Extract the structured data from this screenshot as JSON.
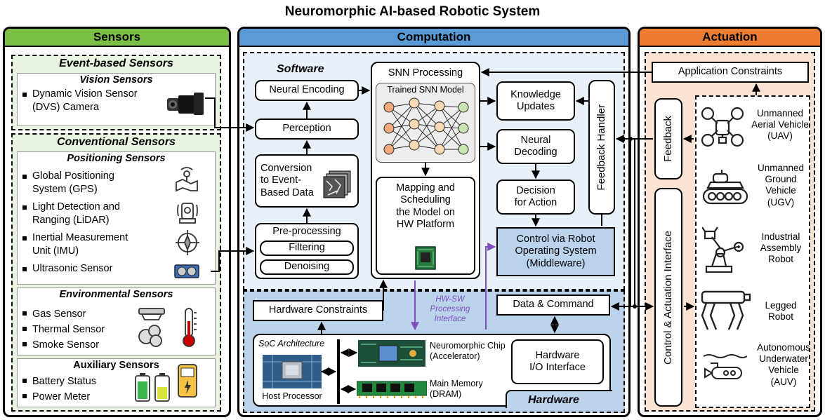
{
  "title": "Neuromorphic AI-based Robotic System",
  "colors": {
    "sensors_head": "#7cbf46",
    "computation_head": "#5b9bd5",
    "actuation_head": "#ed7d31",
    "software_bg": "#e8f0fa",
    "hardware_bg": "#bcd3ec",
    "sensor_section_bg": "#e9f3e1",
    "actuation_bg": "#fbe3d4",
    "purple": "#7f4fbf",
    "chip_green": "#1f7a3c"
  },
  "sensors": {
    "heading": "Sensors",
    "event_title": "Event-based Sensors",
    "vision_title": "Vision Sensors",
    "vision_items": [
      "Dynamic Vision Sensor",
      "(DVS) Camera"
    ],
    "conventional_title": "Conventional Sensors",
    "positioning_title": "Positioning Sensors",
    "positioning_items": [
      "Global Positioning",
      "System (GPS)",
      "Light Detection and",
      "Ranging (LiDAR)",
      "Inertial Measurement",
      "Unit (IMU)",
      "Ultrasonic Sensor"
    ],
    "environmental_title": "Environmental Sensors",
    "environmental_items": [
      "Gas Sensor",
      "Thermal Sensor",
      "Smoke Sensor"
    ],
    "auxiliary_title": "Auxiliary Sensors",
    "auxiliary_items": [
      "Battery Status",
      "Power Meter"
    ],
    "icons": [
      "camera-icon",
      "map-location-icon",
      "lidar-icon",
      "compass-icon",
      "ultrasonic-icon",
      "smoke-detector-icon",
      "thermometer-icon",
      "battery-icon",
      "power-meter-icon"
    ]
  },
  "computation": {
    "heading": "Computation",
    "software_label": "Software",
    "hardware_label": "Hardware",
    "neural_encoding": "Neural Encoding",
    "perception": "Perception",
    "conversion": [
      "Conversion",
      "to Event-",
      "Based Data"
    ],
    "preprocessing": "Pre-processing",
    "filtering": "Filtering",
    "denoising": "Denoising",
    "snn_processing": "SNN Processing",
    "trained_model": "Trained SNN Model",
    "mapping": [
      "Mapping and",
      "Scheduling",
      "the Model on",
      "HW Platform"
    ],
    "knowledge": [
      "Knowledge",
      "Updates"
    ],
    "neural_decoding": [
      "Neural",
      "Decoding"
    ],
    "decision": [
      "Decision",
      "for Action"
    ],
    "feedback_handler": "Feedback Handler",
    "control_ros": [
      "Control via Robot",
      "Operating System",
      "(Middleware)"
    ],
    "hw_sw": [
      "HW-SW",
      "Processing",
      "Interface"
    ],
    "hardware_constraints": "Hardware Constraints",
    "data_command": "Data & Command",
    "soc": "SoC Architecture",
    "host_processor": "Host Processor",
    "neuromorphic_chip": [
      "Neuromorphic Chip",
      "(Accelerator)"
    ],
    "main_memory": [
      "Main Memory",
      "(DRAM)"
    ],
    "hw_io": [
      "Hardware",
      "I/O Interface"
    ]
  },
  "actuation": {
    "heading": "Actuation",
    "app_constraints": "Application Constraints",
    "feedback": "Feedback",
    "control_interface": "Control & Actuation Interface",
    "robots": [
      {
        "label": [
          "Unmanned",
          "Aerial Vehicle",
          "(UAV)"
        ],
        "icon": "drone-icon"
      },
      {
        "label": [
          "Unmanned",
          "Ground",
          "Vehicle",
          "(UGV)"
        ],
        "icon": "tank-robot-icon"
      },
      {
        "label": [
          "Industrial",
          "Assembly",
          "Robot"
        ],
        "icon": "robot-arm-icon"
      },
      {
        "label": [
          "Legged",
          "Robot"
        ],
        "icon": "quadruped-icon"
      },
      {
        "label": [
          "Autonomous",
          "Underwater",
          "Vehicle",
          "(AUV)"
        ],
        "icon": "submarine-icon"
      }
    ]
  }
}
